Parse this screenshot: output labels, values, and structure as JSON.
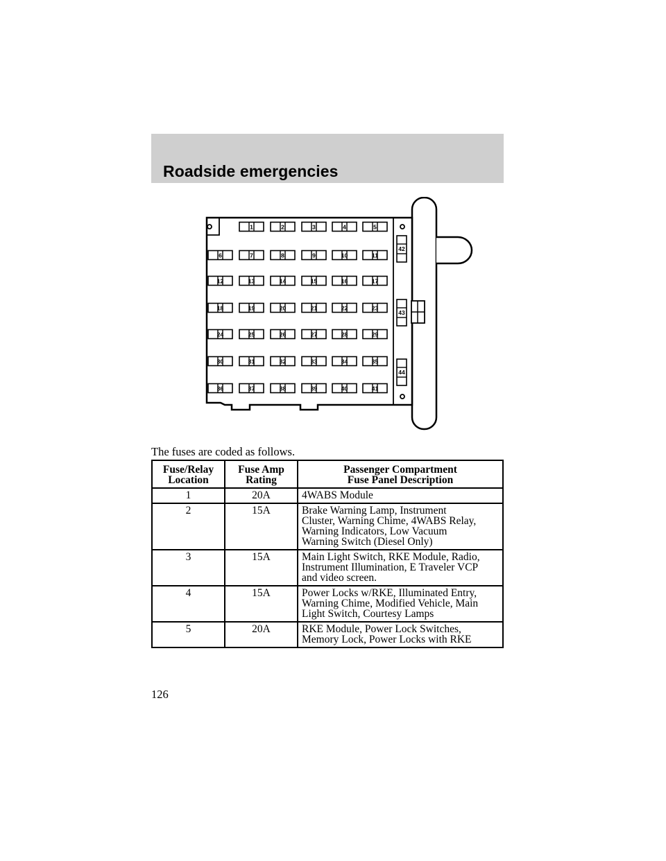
{
  "header": {
    "title": "Roadside emergencies"
  },
  "diagram": {
    "fuse_rows": [
      [
        "",
        "1",
        "2",
        "3",
        "4",
        "5"
      ],
      [
        "6",
        "7",
        "8",
        "9",
        "10",
        "11"
      ],
      [
        "12",
        "13",
        "14",
        "15",
        "16",
        "17"
      ],
      [
        "18",
        "19",
        "20",
        "21",
        "22",
        "23"
      ],
      [
        "24",
        "25",
        "26",
        "27",
        "28",
        "29"
      ],
      [
        "30",
        "31",
        "32",
        "33",
        "34",
        "35"
      ],
      [
        "36",
        "37",
        "38",
        "39",
        "40",
        "41"
      ]
    ],
    "relays": [
      "42",
      "43",
      "44"
    ]
  },
  "intro": "The fuses are coded as follows.",
  "table": {
    "headers": [
      [
        "Fuse/Relay",
        "Location"
      ],
      [
        "Fuse Amp",
        "Rating"
      ],
      [
        "Passenger Compartment",
        "Fuse Panel Description"
      ]
    ],
    "rows": [
      {
        "location": "1",
        "rating": "20A",
        "description": [
          "4WABS Module"
        ]
      },
      {
        "location": "2",
        "rating": "15A",
        "description": [
          "Brake Warning Lamp, Instrument",
          "Cluster, Warning Chime, 4WABS Relay,",
          "Warning Indicators, Low Vacuum",
          "Warning Switch (Diesel Only)"
        ]
      },
      {
        "location": "3",
        "rating": "15A",
        "description": [
          "Main Light Switch, RKE Module, Radio,",
          "Instrument Illumination, E Traveler VCP",
          "and video screen."
        ]
      },
      {
        "location": "4",
        "rating": "15A",
        "description": [
          "Power Locks w/RKE, Illuminated Entry,",
          "Warning Chime, Modified Vehicle, Main",
          "Light Switch, Courtesy Lamps"
        ]
      },
      {
        "location": "5",
        "rating": "20A",
        "description": [
          "RKE Module, Power Lock Switches,",
          "Memory Lock, Power Locks with RKE"
        ]
      }
    ]
  },
  "page_number": "126"
}
